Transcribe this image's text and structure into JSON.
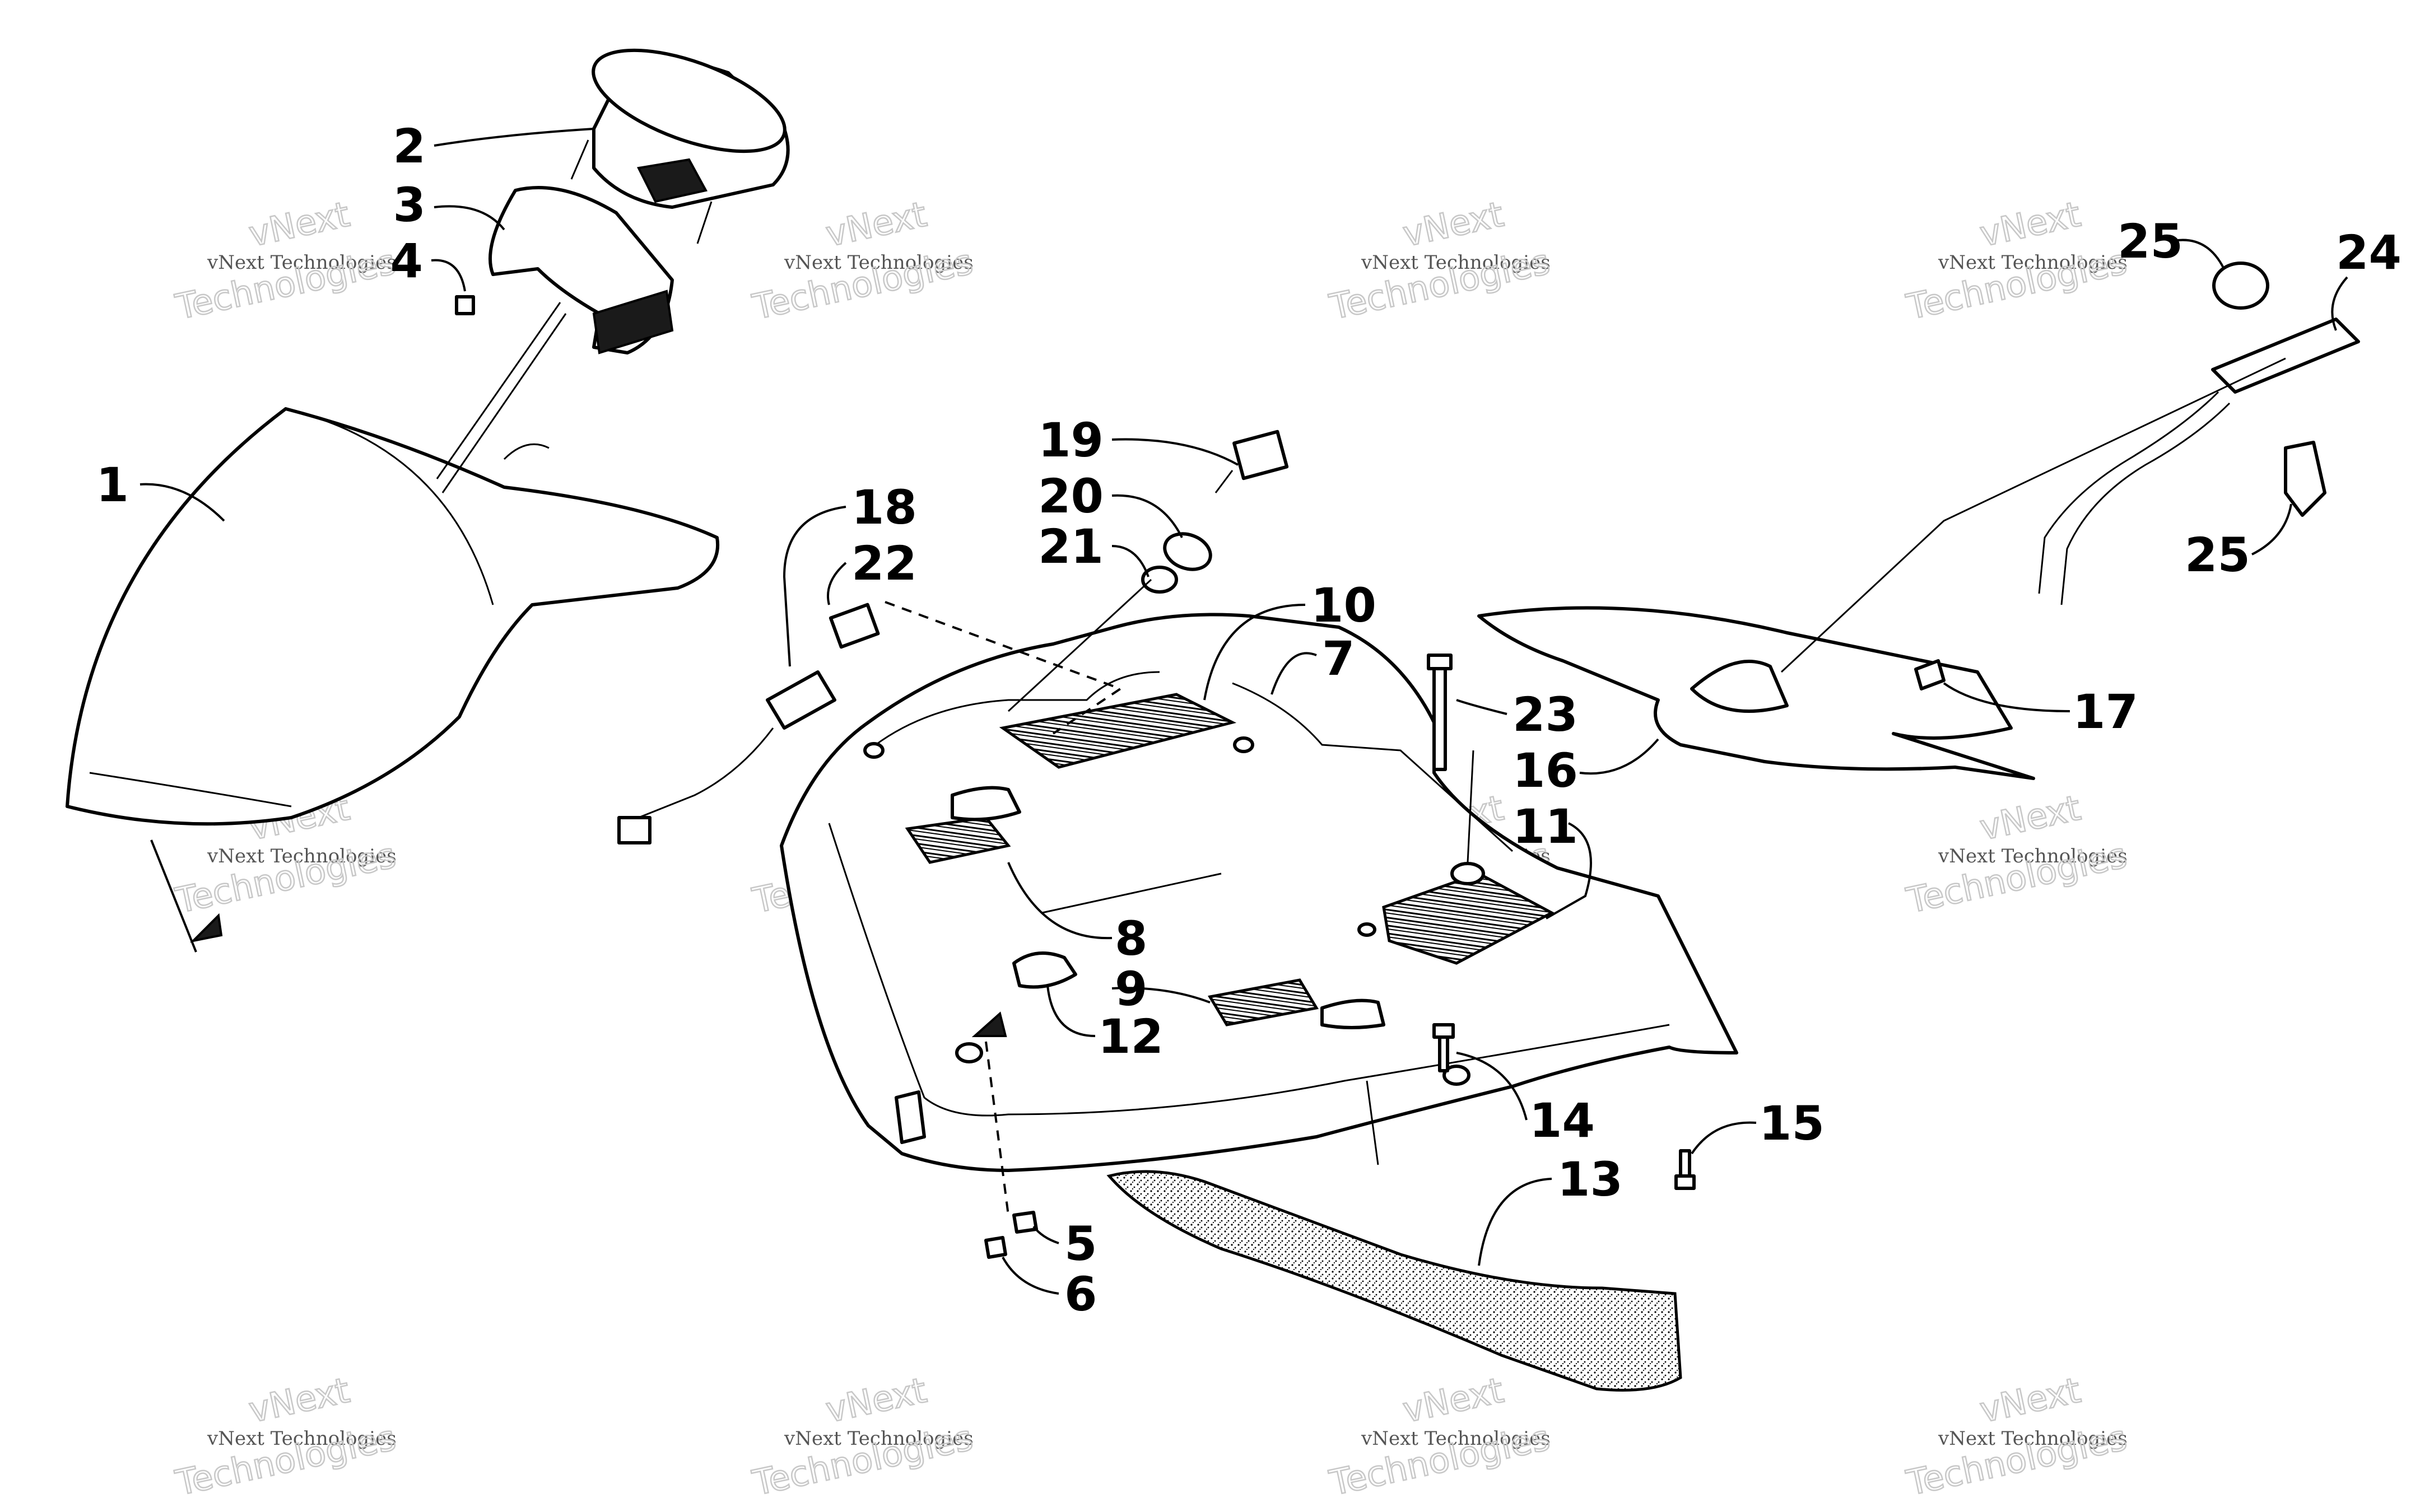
{
  "watermark": {
    "line1": "vNext Technologies",
    "line2a": "vNext",
    "line2b": "Technologies"
  },
  "callouts": [
    {
      "id": "1",
      "label": "1"
    },
    {
      "id": "2",
      "label": "2"
    },
    {
      "id": "3",
      "label": "3"
    },
    {
      "id": "4",
      "label": "4"
    },
    {
      "id": "5",
      "label": "5"
    },
    {
      "id": "6",
      "label": "6"
    },
    {
      "id": "7",
      "label": "7"
    },
    {
      "id": "8",
      "label": "8"
    },
    {
      "id": "9",
      "label": "9"
    },
    {
      "id": "10",
      "label": "10"
    },
    {
      "id": "11",
      "label": "11"
    },
    {
      "id": "12",
      "label": "12"
    },
    {
      "id": "13",
      "label": "13"
    },
    {
      "id": "14",
      "label": "14"
    },
    {
      "id": "15",
      "label": "15"
    },
    {
      "id": "16",
      "label": "16"
    },
    {
      "id": "17",
      "label": "17"
    },
    {
      "id": "18",
      "label": "18"
    },
    {
      "id": "19",
      "label": "19"
    },
    {
      "id": "20",
      "label": "20"
    },
    {
      "id": "21",
      "label": "21"
    },
    {
      "id": "22",
      "label": "22"
    },
    {
      "id": "23",
      "label": "23"
    },
    {
      "id": "24",
      "label": "24"
    },
    {
      "id": "25a",
      "label": "25"
    },
    {
      "id": "25b",
      "label": "25"
    }
  ]
}
